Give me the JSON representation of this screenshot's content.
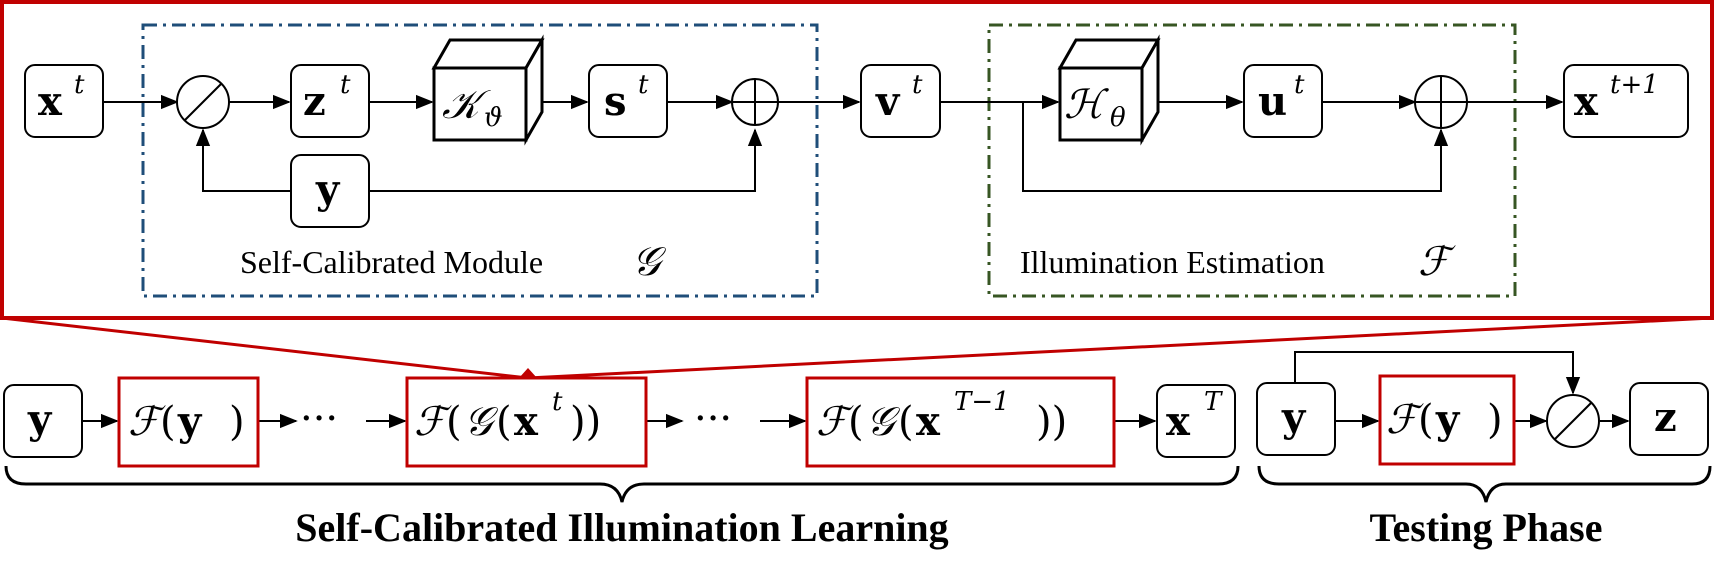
{
  "colors": {
    "red": "#c00000",
    "blue_dash": "#1f4e79",
    "green_dash": "#375623",
    "black": "#000000"
  },
  "modules": {
    "self_calibrated_caption": "Self-Calibrated Module",
    "self_calibrated_symbol": "𝒢",
    "illumination_caption": "Illumination Estimation",
    "illumination_symbol": "ℱ"
  },
  "top_nodes": {
    "x_t": {
      "base": "x",
      "sup": "t"
    },
    "z_t": {
      "base": "z",
      "sup": "t"
    },
    "K_theta": {
      "base": "𝒦",
      "sub": "ϑ"
    },
    "s_t": {
      "base": "s",
      "sup": "t"
    },
    "y": {
      "base": "y"
    },
    "v_t": {
      "base": "v",
      "sup": "t"
    },
    "H_theta": {
      "base": "ℋ",
      "sub": "θ"
    },
    "u_t": {
      "base": "u",
      "sup": "t"
    },
    "x_t1": {
      "base": "x",
      "sup": "t+1"
    },
    "divide_symbol": "⊘",
    "plus_symbol": "⊕"
  },
  "bottom_chain": {
    "y": "y",
    "F_y": {
      "F": "ℱ",
      "arg": "y"
    },
    "dots": "···",
    "F_G_xt": {
      "F": "ℱ",
      "G": "𝒢",
      "x": "x",
      "sup": "t"
    },
    "F_G_xT1": {
      "F": "ℱ",
      "G": "𝒢",
      "x": "x",
      "sup": "T−1"
    },
    "x_T": {
      "base": "x",
      "sup": "T"
    }
  },
  "testing": {
    "y": "y",
    "F_y": {
      "F": "ℱ",
      "arg": "y"
    },
    "z": "z"
  },
  "sections": {
    "learning_title": "Self-Calibrated Illumination Learning",
    "testing_title": "Testing Phase"
  }
}
